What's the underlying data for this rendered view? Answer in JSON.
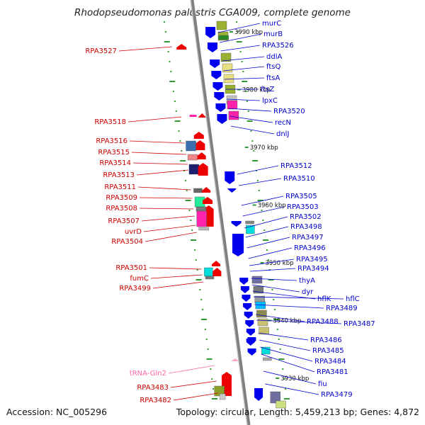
{
  "title": "Rhodopseudomonas palustris CGA009, complete genome",
  "footer": {
    "accession": "Accession: NC_005296",
    "summary": "Topology: circular, Length: 5,459,213 bp; Genes: 4,872"
  },
  "colors": {
    "backbone": "#808080",
    "right_label": "#0000cc",
    "left_label": "#cc0000",
    "rna_label": "#ff66aa",
    "tick": "#339933"
  },
  "scale_labels": [
    {
      "text": "3990 kbp",
      "kbp": 3990
    },
    {
      "text": "3980 kbp",
      "kbp": 3980
    },
    {
      "text": "3970 kbp",
      "kbp": 3970
    },
    {
      "text": "3960 kbp",
      "kbp": 3960
    },
    {
      "text": "3950 kbp",
      "kbp": 3950
    },
    {
      "text": "3940 kbp",
      "kbp": 3940
    },
    {
      "text": "3930 kbp",
      "kbp": 3930
    }
  ],
  "right_genes": [
    {
      "name": "murC"
    },
    {
      "name": "murB"
    },
    {
      "name": "RPA3526"
    },
    {
      "name": "ddlA"
    },
    {
      "name": "ftsQ"
    },
    {
      "name": "ftsA"
    },
    {
      "name": "ftsZ"
    },
    {
      "name": "lpxC"
    },
    {
      "name": "RPA3520"
    },
    {
      "name": "recN"
    },
    {
      "name": "dnlJ"
    },
    {
      "name": "RPA3512"
    },
    {
      "name": "RPA3510"
    },
    {
      "name": "RPA3505"
    },
    {
      "name": "RPA3503"
    },
    {
      "name": "RPA3502"
    },
    {
      "name": "RPA3498"
    },
    {
      "name": "RPA3497"
    },
    {
      "name": "RPA3496"
    },
    {
      "name": "RPA3495"
    },
    {
      "name": "RPA3494"
    },
    {
      "name": "thyA"
    },
    {
      "name": "dyr"
    },
    {
      "name": "hflK"
    },
    {
      "name": "hflC"
    },
    {
      "name": "RPA3489"
    },
    {
      "name": "RPA3488"
    },
    {
      "name": "RPA3487"
    },
    {
      "name": "RPA3486"
    },
    {
      "name": "RPA3485"
    },
    {
      "name": "RPA3484"
    },
    {
      "name": "RPA3481"
    },
    {
      "name": "fiu"
    },
    {
      "name": "RPA3479"
    }
  ],
  "left_genes": [
    {
      "name": "RPA3527"
    },
    {
      "name": "RPA3518"
    },
    {
      "name": "RPA3516"
    },
    {
      "name": "RPA3515"
    },
    {
      "name": "RPA3514"
    },
    {
      "name": "RPA3513"
    },
    {
      "name": "RPA3511"
    },
    {
      "name": "RPA3509"
    },
    {
      "name": "RPA3508"
    },
    {
      "name": "RPA3507"
    },
    {
      "name": "uvrD"
    },
    {
      "name": "RPA3504"
    },
    {
      "name": "RPA3501"
    },
    {
      "name": "fumC"
    },
    {
      "name": "RPA3499"
    },
    {
      "name": "tRNA-Gln2",
      "rna": true
    },
    {
      "name": "RPA3483"
    },
    {
      "name": "RPA3482"
    }
  ]
}
